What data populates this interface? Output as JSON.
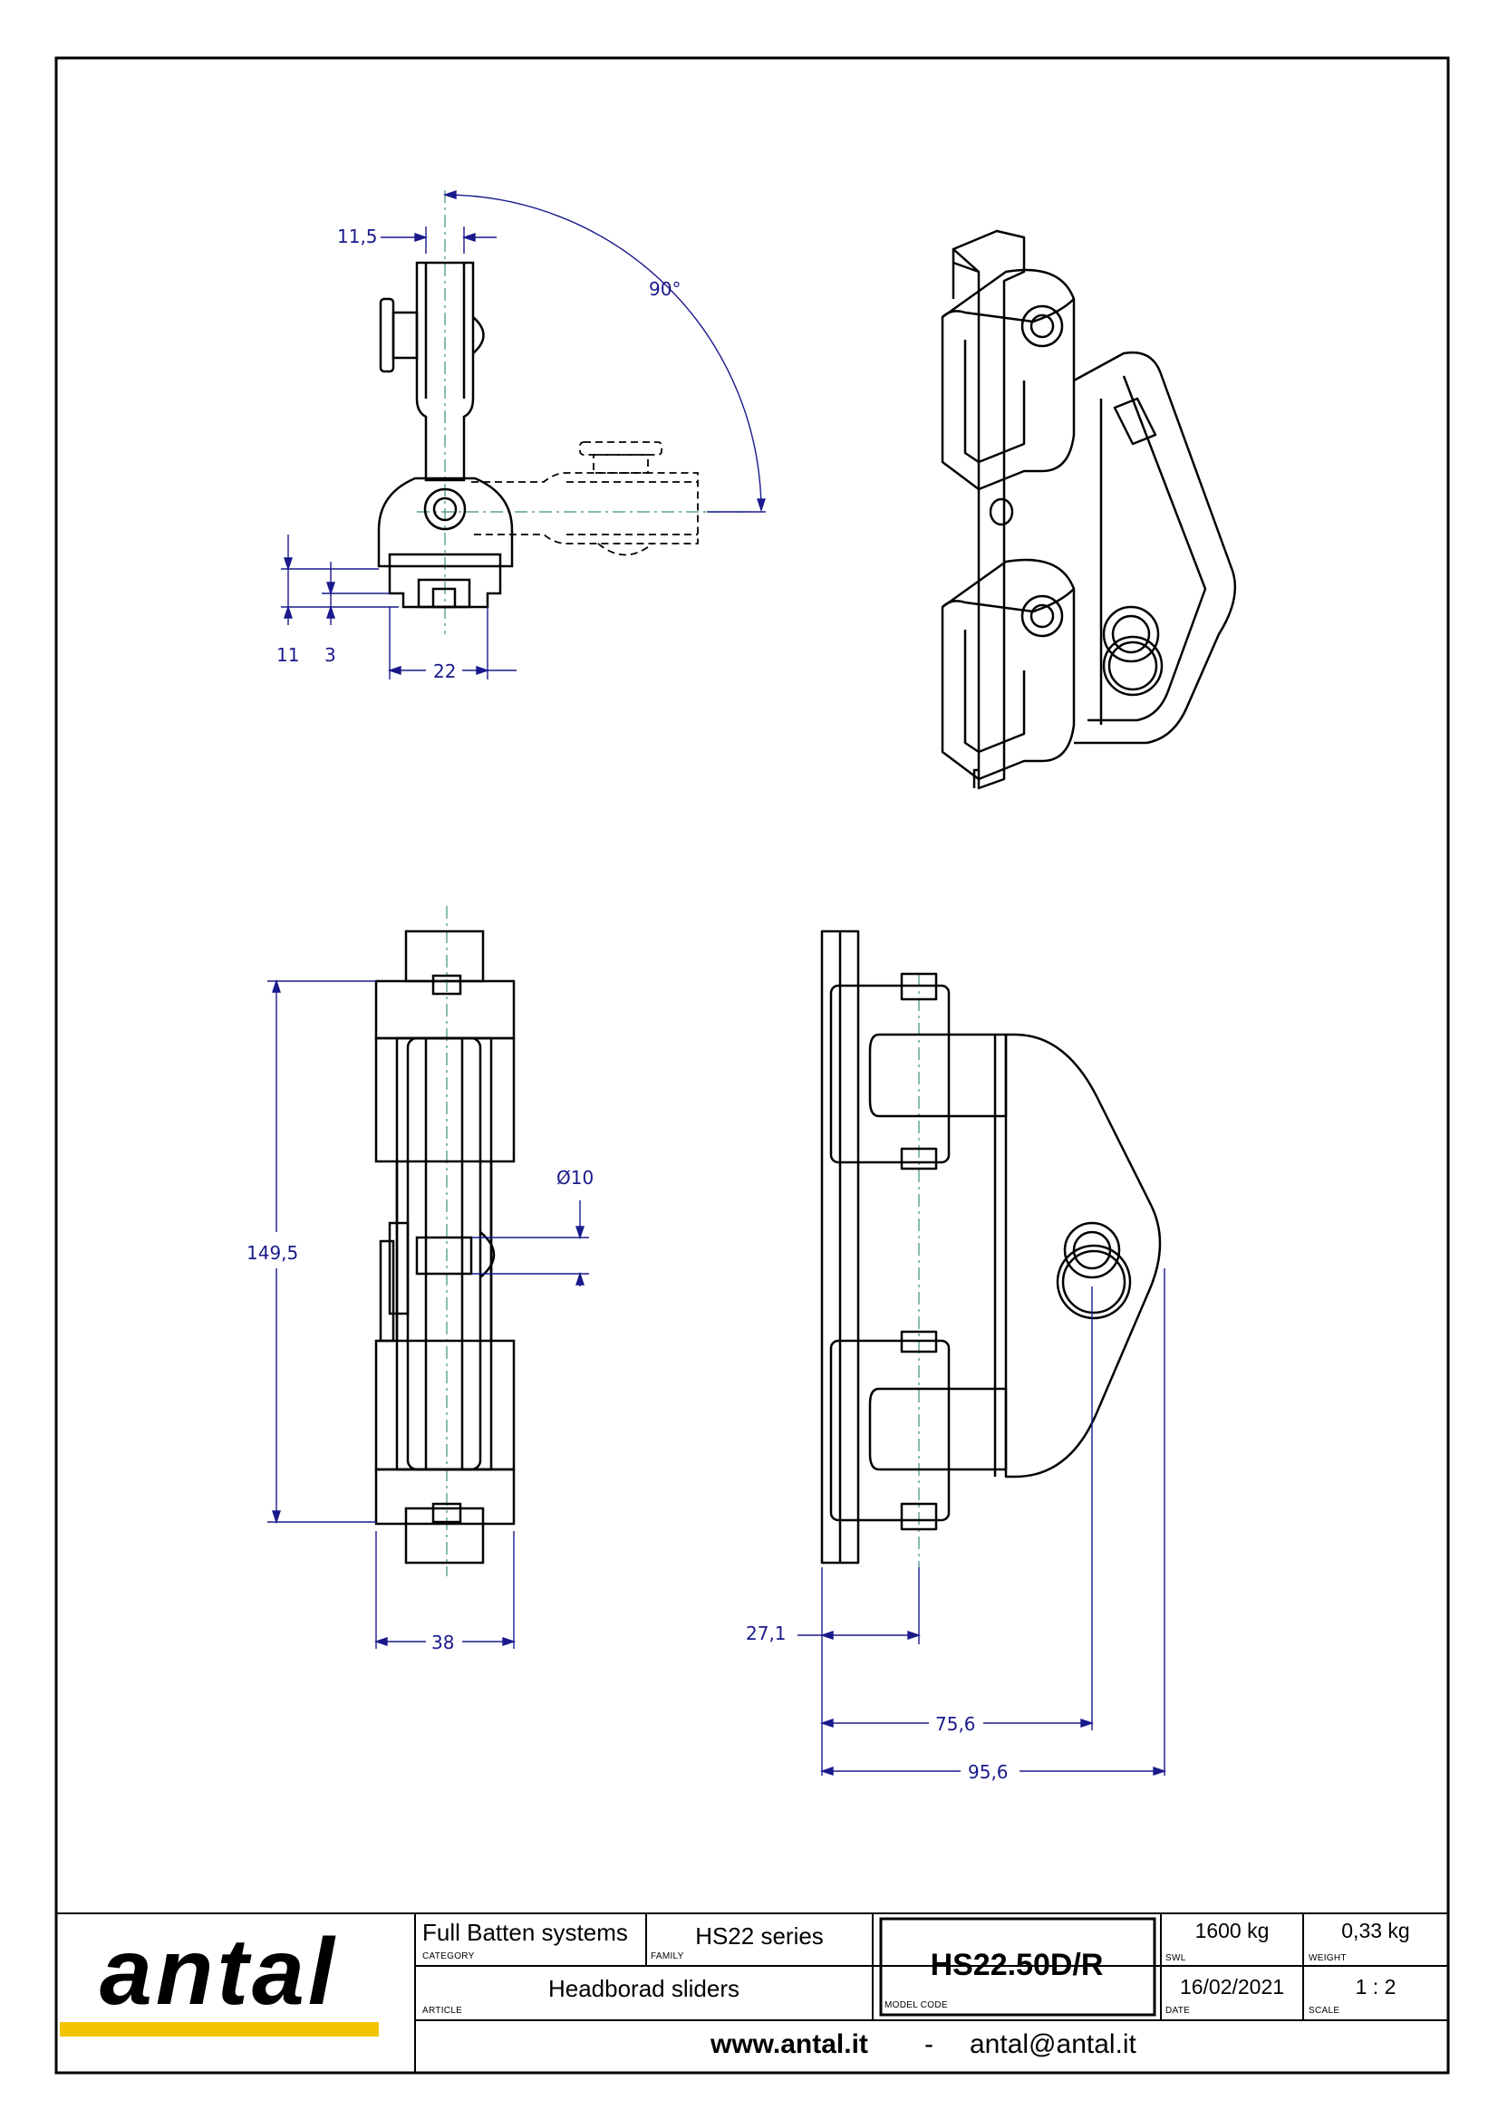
{
  "drawing": {
    "dimensions": {
      "d_11_5": "11,5",
      "d_90deg": "90°",
      "d_11": "11",
      "d_3": "3",
      "d_22": "22",
      "d_149_5": "149,5",
      "d_dia10": "Ø10",
      "d_38": "38",
      "d_27_1": "27,1",
      "d_75_6": "75,6",
      "d_95_6": "95,6"
    }
  },
  "title_block": {
    "logo_text": "antal",
    "category_value": "Full Batten systems",
    "category_label": "CATEGORY",
    "family_value": "HS22 series",
    "family_label": "FAMILY",
    "article_value": "Headborad sliders",
    "article_label": "ARTICLE",
    "model_code_value": "HS22.50D/R",
    "model_code_label": "MODEL CODE",
    "swl_value": "1600 kg",
    "swl_label": "SWL",
    "weight_value": "0,33 kg",
    "weight_label": "WEIGHT",
    "date_value": "16/02/2021",
    "date_label": "DATE",
    "scale_value": "1 : 2",
    "scale_label": "SCALE",
    "website": "www.antal.it",
    "separator": "-",
    "email": "antal@antal.it"
  },
  "colors": {
    "dimension_blue": "#1a1a8c",
    "center_line": "#3a8f7a",
    "logo_yellow": "#f2c500"
  }
}
